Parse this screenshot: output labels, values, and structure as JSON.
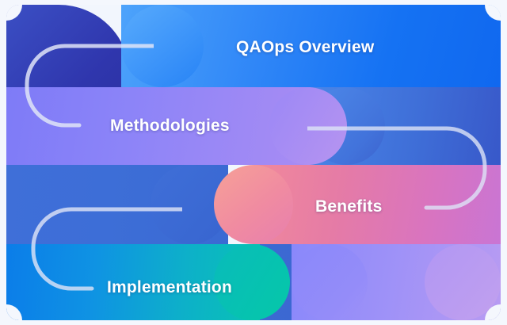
{
  "graphic": {
    "title": "QAOps Overview",
    "type": "stacked-pill-infographic",
    "background_color": "#f4f7fd",
    "card_background": "#f2f6fd",
    "text_color": "#ffffff"
  },
  "rows": [
    {
      "id": "row-overview",
      "label": "QAOps Overview",
      "accent_color": "#1d7bf5",
      "gradient_from": "#4da3fb",
      "gradient_to": "#1068ef",
      "label_align": "center"
    },
    {
      "id": "row-methodologies",
      "label": "Methodologies",
      "accent_color": "#8c84f8",
      "gradient_from": "#7e7bf7",
      "gradient_to": "#b795ef",
      "label_align": "left"
    },
    {
      "id": "row-benefits",
      "label": "Benefits",
      "accent_color": "#e07fae",
      "gradient_from": "#f6a197",
      "gradient_to": "#c975d4",
      "label_align": "right"
    },
    {
      "id": "row-implementation",
      "label": "Implementation",
      "accent_color": "#09b2c4",
      "gradient_from": "#0b7de9",
      "gradient_to": "#05c7a8",
      "label_align": "left"
    }
  ],
  "decorative_shapes": [
    {
      "name": "navy-block",
      "color": "#2f36ad"
    },
    {
      "name": "indigo-band",
      "color": "#3c69d2"
    },
    {
      "name": "lavender-pill",
      "color": "#9d91f8"
    },
    {
      "name": "blue-pill-right",
      "color": "#4273db"
    }
  ],
  "decorative_arcs": [
    {
      "name": "arc-top-left",
      "stroke": "#d6dcf5"
    },
    {
      "name": "arc-right-middle",
      "stroke": "#cfd9f4"
    },
    {
      "name": "arc-bottom-left",
      "stroke": "#cdd7f2"
    }
  ]
}
